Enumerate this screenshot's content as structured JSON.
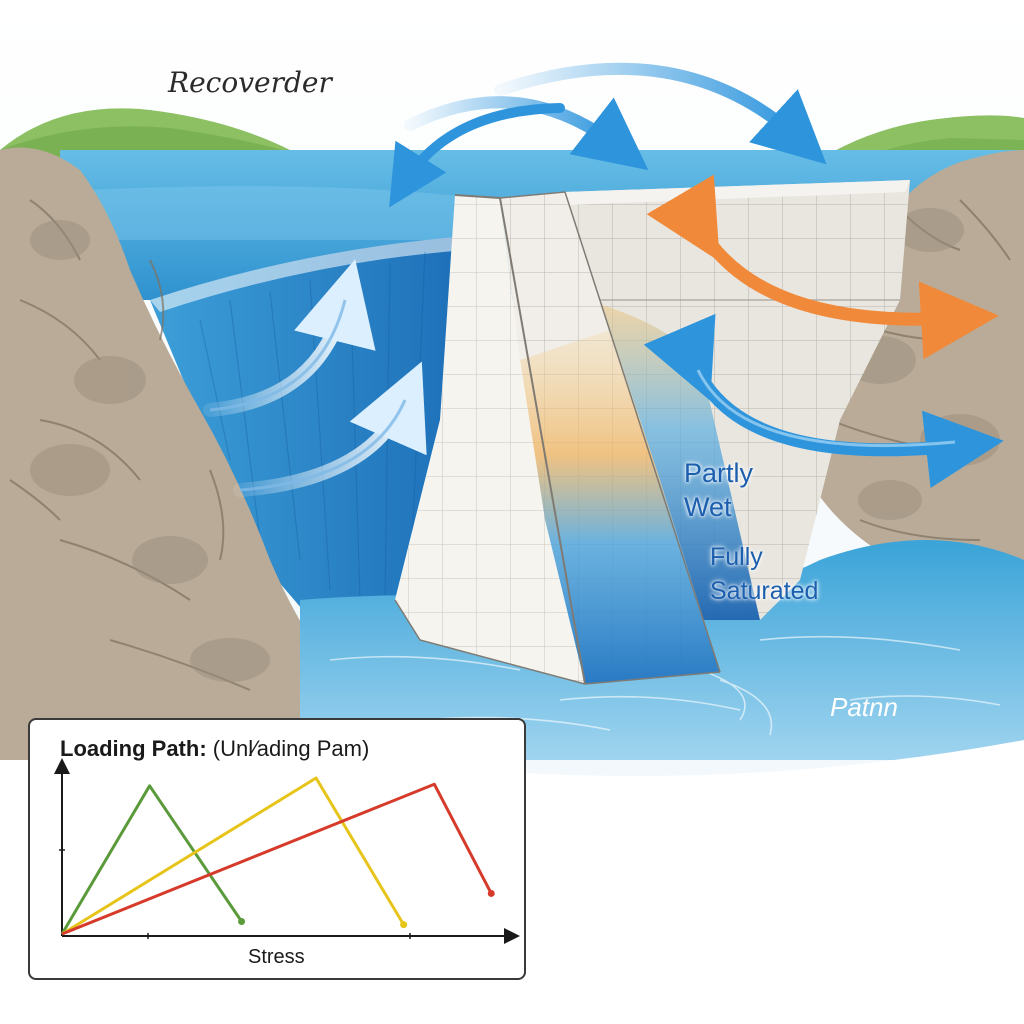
{
  "labels": {
    "recover": "Recoverder",
    "partly_line1": "Partly",
    "partly_line2": "Wet",
    "fully_line1": "Fully",
    "fully_line2": "Saturated",
    "path": "Patnn"
  },
  "colors": {
    "water": "#3aa3d8",
    "water_dark": "#1f78bd",
    "rock": "#b9ab98",
    "grass": "#8cc063",
    "concrete": "#e9e6e0",
    "arrow_blue": "#2e95dd",
    "arrow_orange": "#f08a3a",
    "label_blue": "#1c5fae"
  },
  "icons": [
    "flow-arrow-icon",
    "stress-arrow-icon",
    "seepage-arrow-icon"
  ],
  "inset": {
    "title_bold": "Loading Path:",
    "title_rest": "(Unl⁄ading Pam)",
    "xlabel": "Stress"
  },
  "chart_data": {
    "type": "line",
    "title": "Loading Path: (Unl⁄ading Pam)",
    "xlabel": "Stress",
    "ylabel": "",
    "xlim": [
      0,
      10
    ],
    "ylim": [
      0,
      10
    ],
    "series": [
      {
        "color": "#5a9a3a",
        "x": [
          0,
          2.0,
          4.1
        ],
        "y": [
          0,
          9.5,
          0.8
        ]
      },
      {
        "color": "#e6c419",
        "x": [
          0,
          5.8,
          7.8
        ],
        "y": [
          0,
          10.0,
          0.6
        ]
      },
      {
        "color": "#d63a2a",
        "x": [
          0,
          8.5,
          9.8
        ],
        "y": [
          0,
          9.6,
          2.6
        ]
      }
    ]
  }
}
